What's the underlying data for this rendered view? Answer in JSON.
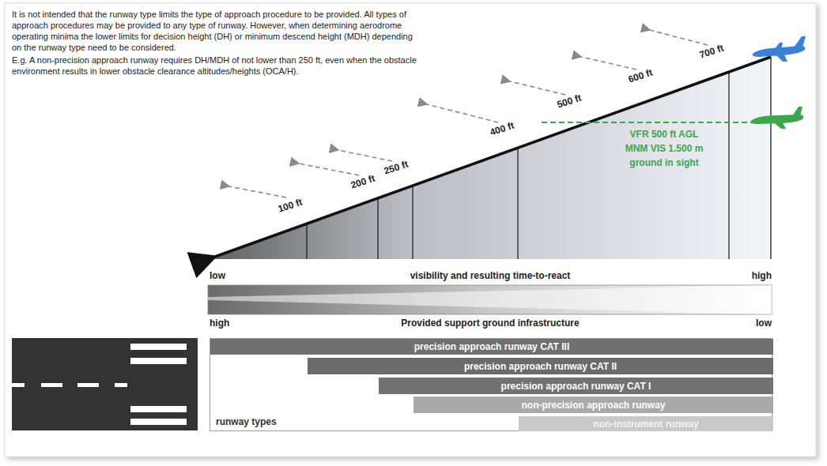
{
  "diagram": {
    "nodes": [
      {
        "text": [
          "runway types"
        ]
      },
      {
        "text": [
          "precision approach runway CAT III"
        ],
        "in": 0
      },
      {
        "text": [
          "precision approach runway CAT II"
        ],
        "in": 0
      },
      {
        "text": [
          "precision approach runway CAT I"
        ],
        "in": 0
      },
      {
        "text": [
          "non-precision approach runway"
        ],
        "in": 0
      },
      {
        "text": [
          "non-instrument runway"
        ],
        "in": 0
      }
    ],
    "labels": [
      "It is not intended that the runway type limits the type of approach procedure to be provided. All types of approach procedures may be provided to any type of runway. However, when determining aerodrome operating minima the lower limits for decision height (DH) or minimum descend height (MDH) depending on the runway type need to be considered.",
      "E.g. A non-precision approach runway requires DH/MDH of not lower than 250 ft, even when the obstacle environment results in lower obstacle clearance altitudes/heights (OCA/H).",
      "700 ft",
      "600 ft",
      "500 ft",
      "400 ft",
      "250 ft",
      "200 ft",
      "100 ft",
      "VFR 500 ft AGL",
      "MNM VIS 1.500 m",
      "ground in sight",
      "low",
      "visibility and resulting time-to-react",
      "high",
      "high",
      "Provided support ground infrastructure",
      "low"
    ]
  }
}
